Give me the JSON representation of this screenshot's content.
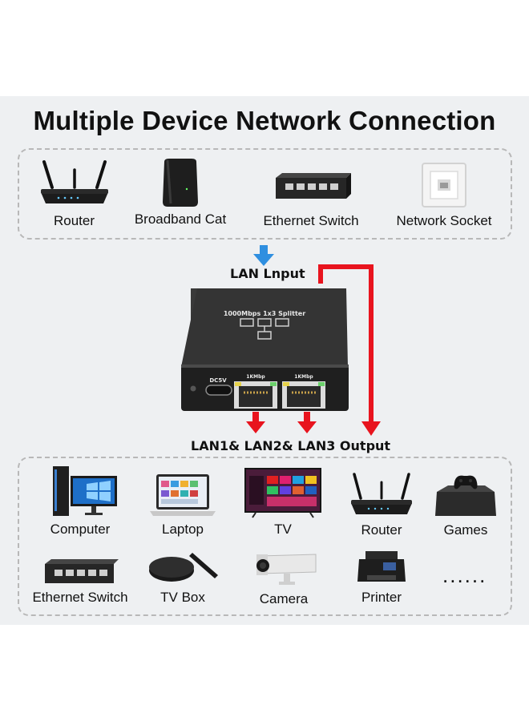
{
  "title": "Multiple Device Network Connection",
  "input_devices": [
    {
      "label": "Router",
      "icon": "router-icon"
    },
    {
      "label": "Broadband Cat",
      "icon": "modem-icon"
    },
    {
      "label": "Ethernet Switch",
      "icon": "switch-icon"
    },
    {
      "label": "Network Socket",
      "icon": "wall-socket-icon"
    }
  ],
  "lan_input_label": "LAN Lnput",
  "splitter": {
    "top_label": "1000Mbps 1x3 Splitter",
    "power_label": "DC5V",
    "port1_label": "1KMbp",
    "port2_label": "1KMbp"
  },
  "output_label": "LAN1& LAN2& LAN3 Output",
  "output_devices": [
    {
      "label": "Computer",
      "icon": "computer-icon"
    },
    {
      "label": "Laptop",
      "icon": "laptop-icon"
    },
    {
      "label": "TV",
      "icon": "tv-icon"
    },
    {
      "label": "Router",
      "icon": "router-icon"
    },
    {
      "label": "Games",
      "icon": "game-console-icon"
    },
    {
      "label": "Ethernet Switch",
      "icon": "switch-icon"
    },
    {
      "label": "TV Box",
      "icon": "tv-box-icon"
    },
    {
      "label": "Camera",
      "icon": "camera-icon"
    },
    {
      "label": "Printer",
      "icon": "printer-icon"
    }
  ],
  "more_label": "......",
  "colors": {
    "background": "#eef0f2",
    "arrow_red": "#e8141e",
    "arrow_blue": "#2f8fe0",
    "device_black": "#1c1c1c"
  }
}
